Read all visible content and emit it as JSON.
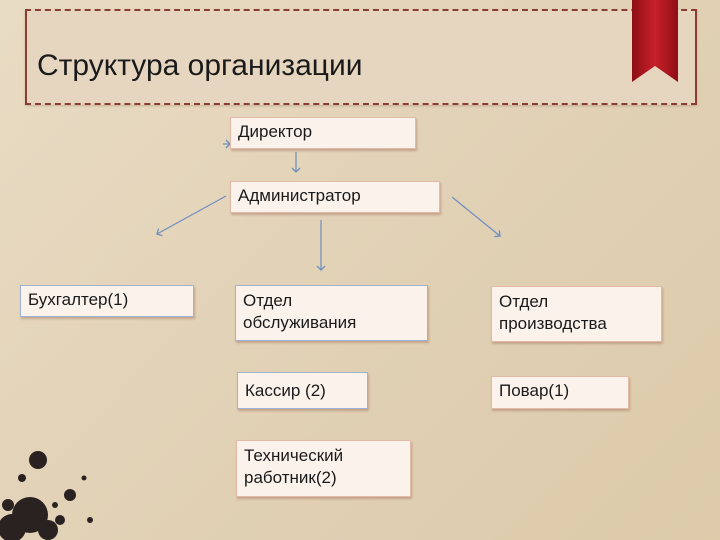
{
  "slide": {
    "title": "Структура организации"
  },
  "nodes": {
    "director": "Директор",
    "administrator": "Администратор",
    "accountant": "Бухгалтер(1)",
    "service_dept_line1": "Отдел",
    "service_dept_line2": "обслуживания",
    "production_dept_line1": "Отдел",
    "production_dept_line2": "производства",
    "cashier": "Кассир (2)",
    "cook": "Повар(1)",
    "tech_worker_line1": "Технический",
    "tech_worker_line2": "работник(2)"
  },
  "colors": {
    "panel_border": "#8a3d33",
    "bookmark": "#b5151e",
    "connector": "#6e8fbf",
    "node_fill": "#fbf2ec",
    "node_border": "#e3b9a8"
  }
}
